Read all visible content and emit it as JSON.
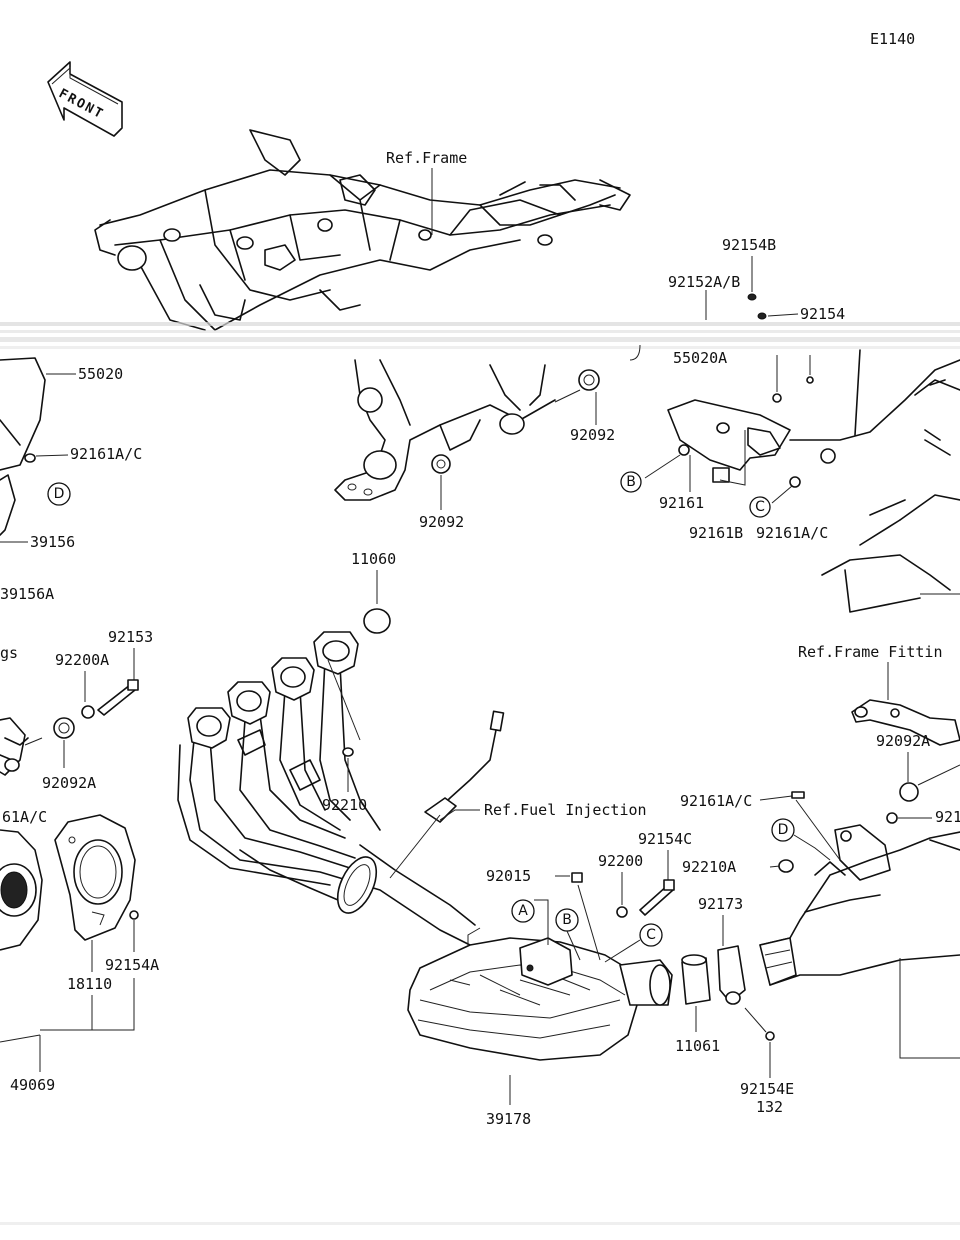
{
  "diagram_code": "E1140",
  "front_label": "FRONT",
  "references": {
    "frame": "Ref.Frame",
    "fuel_injection": "Ref.Fuel Injection",
    "frame_fittings": "Ref.Frame Fittin",
    "engine_fittings_partial": "gs"
  },
  "parts": {
    "p55020": "55020",
    "p55020A": "55020A",
    "p92161AC_left": "92161A/C",
    "p92161AC_right": "92161A/C",
    "p92161AC_lower": "92161A/C",
    "p39156": "39156",
    "p39156A": "39156A",
    "p92154B": "92154B",
    "p92152AB": "92152A/B",
    "p92154": "92154",
    "p92092_a": "92092",
    "p92092_b": "92092",
    "p92161": "92161",
    "p92161B": "92161B",
    "p11060": "11060",
    "p92153": "92153",
    "p92200A": "92200A",
    "p92092A_left": "92092A",
    "p92092A_right": "92092A",
    "p92210": "92210",
    "p61AC": "61A/C",
    "p92154A": "92154A",
    "p18110": "18110",
    "p49069": "49069",
    "p92015": "92015",
    "p92200": "92200",
    "p92154C": "92154C",
    "p92210A": "92210A",
    "p92173": "92173",
    "p11061": "11061",
    "p39178": "39178",
    "p92154E": "92154E",
    "p132": "132",
    "p921_partial": "921"
  },
  "callouts": {
    "A": "A",
    "B": "B",
    "C": "C",
    "D": "D",
    "B2": "B",
    "C2": "C",
    "D2": "D"
  }
}
